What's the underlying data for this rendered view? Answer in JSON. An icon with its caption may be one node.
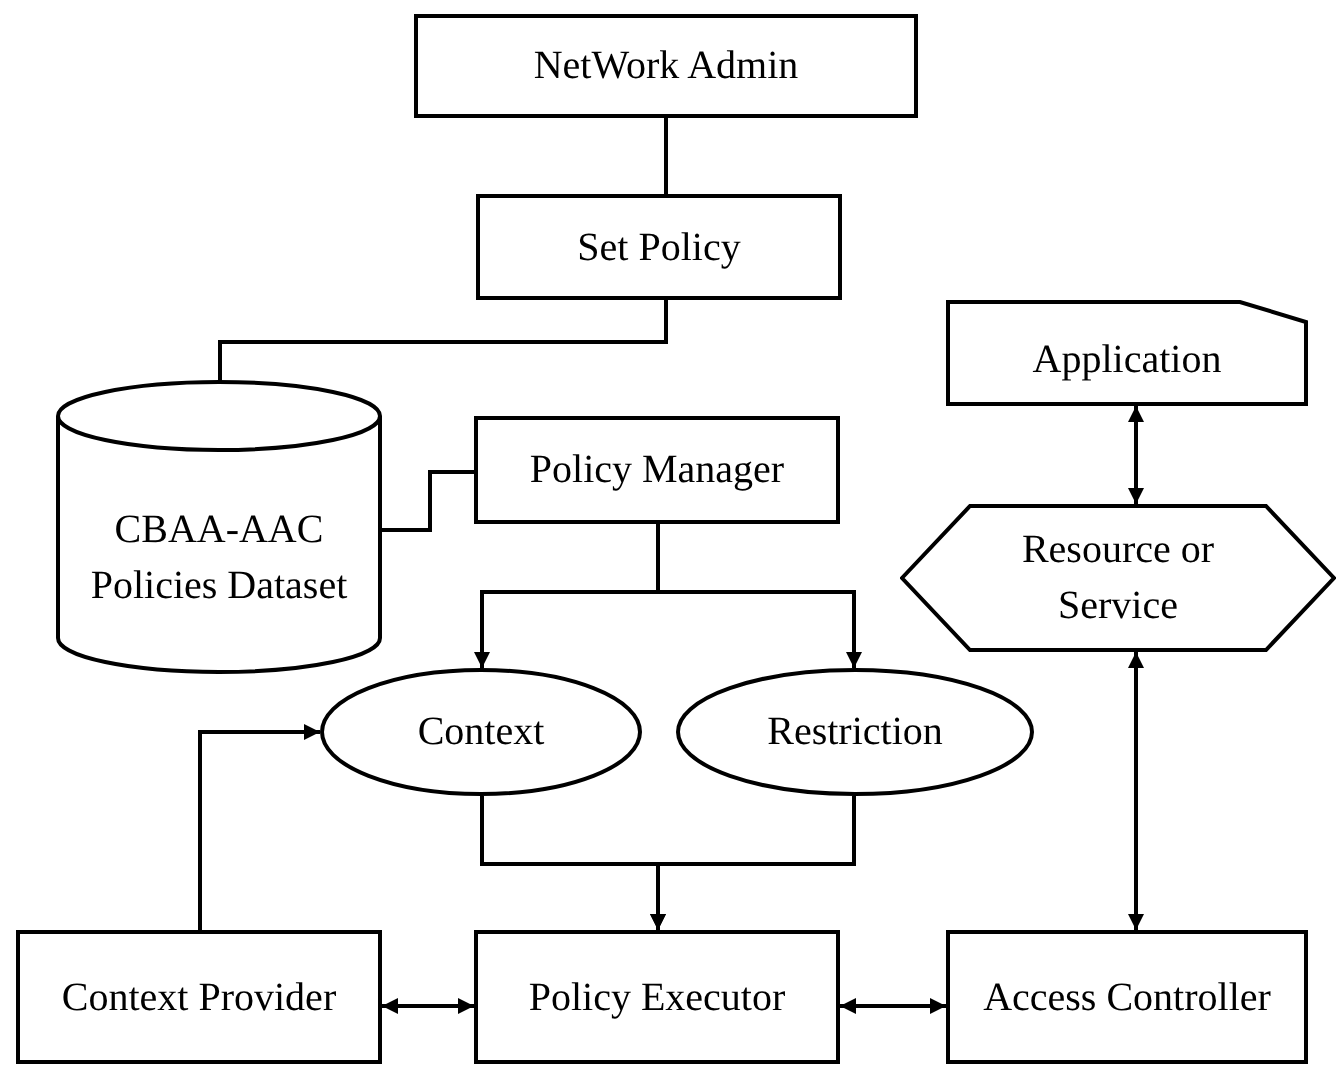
{
  "diagram": {
    "nodes": [
      {
        "text": [
          "NetWork Admin"
        ]
      },
      {
        "text": [
          "Set Policy"
        ]
      },
      {
        "text": [
          "CBAA-AAC Policies Dataset"
        ]
      },
      {
        "text": [
          "Policy Manager"
        ]
      },
      {
        "text": [
          "Application"
        ]
      },
      {
        "text": [
          "Resource or Service"
        ]
      },
      {
        "text": [
          "Context"
        ]
      },
      {
        "text": [
          "Restriction"
        ]
      },
      {
        "text": [
          "Context Provider"
        ]
      },
      {
        "text": [
          "Policy Executor"
        ]
      },
      {
        "text": [
          "Access Controller"
        ]
      }
    ],
    "edges": [
      {
        "from": 0,
        "to": 1,
        "arrow": "none"
      },
      {
        "from": 1,
        "to": 2,
        "arrow": "none"
      },
      {
        "from": 2,
        "to": 3,
        "arrow": "none"
      },
      {
        "from": 3,
        "to": 6,
        "arrow": "to"
      },
      {
        "from": 3,
        "to": 7,
        "arrow": "to"
      },
      {
        "from": 6,
        "to": 9,
        "arrow": "to"
      },
      {
        "from": 7,
        "to": 9,
        "arrow": "to"
      },
      {
        "from": 8,
        "to": 6,
        "arrow": "to"
      },
      {
        "from": 8,
        "to": 9,
        "arrow": "both"
      },
      {
        "from": 9,
        "to": 10,
        "arrow": "both"
      },
      {
        "from": 4,
        "to": 5,
        "arrow": "both"
      },
      {
        "from": 5,
        "to": 10,
        "arrow": "both"
      }
    ]
  }
}
